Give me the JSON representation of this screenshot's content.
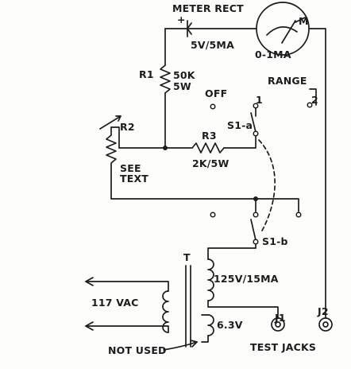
{
  "labels": {
    "meter_rect": "METER RECT",
    "plus": "+",
    "rect_rating": "5V/5MA",
    "meter_m": "M",
    "meter_range": "0-1MA",
    "r1": "R1",
    "r1_value": "50K",
    "r1_watt": "5W",
    "off": "OFF",
    "range": "RANGE",
    "pos1": "1",
    "pos2": "2",
    "s1a": "S1-a",
    "r2": "R2",
    "r2_see": "SEE",
    "r2_text": "TEXT",
    "r3": "R3",
    "r3_value": "2K/5W",
    "s1b": "S1-b",
    "transformer": "T",
    "secondary_hv": "125V/15MA",
    "primary_v": "117 VAC",
    "secondary_lv": "6.3V",
    "j1": "J1",
    "j2": "J2",
    "test_jacks": "TEST JACKS",
    "not_used": "NOT USED"
  },
  "style": {
    "ink": "#1c1c1c",
    "paper": "#fdfdfc"
  }
}
